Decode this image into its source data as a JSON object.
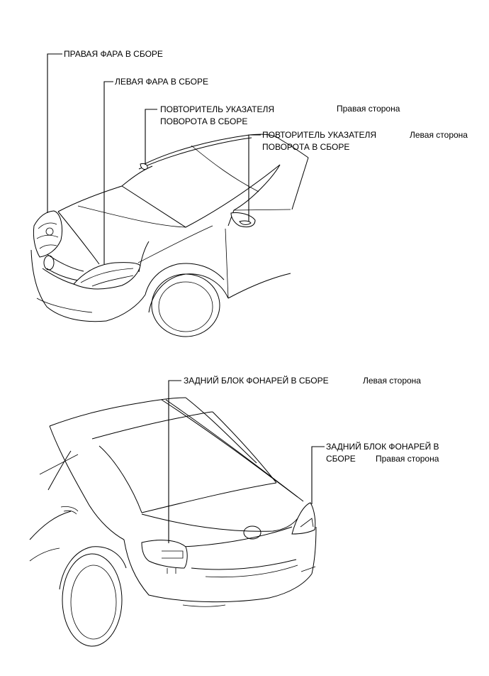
{
  "front": {
    "right_headlamp": "ПРАВАЯ ФАРА В СБОРЕ",
    "left_headlamp": "ЛЕВАЯ ФАРА В СБОРЕ",
    "repeater_right_line1": "ПОВТОРИТЕЛЬ УКАЗАТЕЛЯ",
    "repeater_right_line2": "ПОВОРОТА В СБОРЕ",
    "repeater_right_side": "Правая сторона",
    "repeater_left_line1": "ПОВТОРИТЕЛЬ УКАЗАТЕЛЯ",
    "repeater_left_line2": "ПОВОРОТА В СБОРЕ",
    "repeater_left_side": "Левая сторона"
  },
  "rear": {
    "left_tail": "ЗАДНИЙ БЛОК ФОНАРЕЙ В СБОРЕ",
    "left_tail_side": "Левая сторона",
    "right_tail_line1": "ЗАДНИЙ БЛОК ФОНАРЕЙ В",
    "right_tail_line2": "СБОРЕ",
    "right_tail_side": "Правая сторона"
  }
}
